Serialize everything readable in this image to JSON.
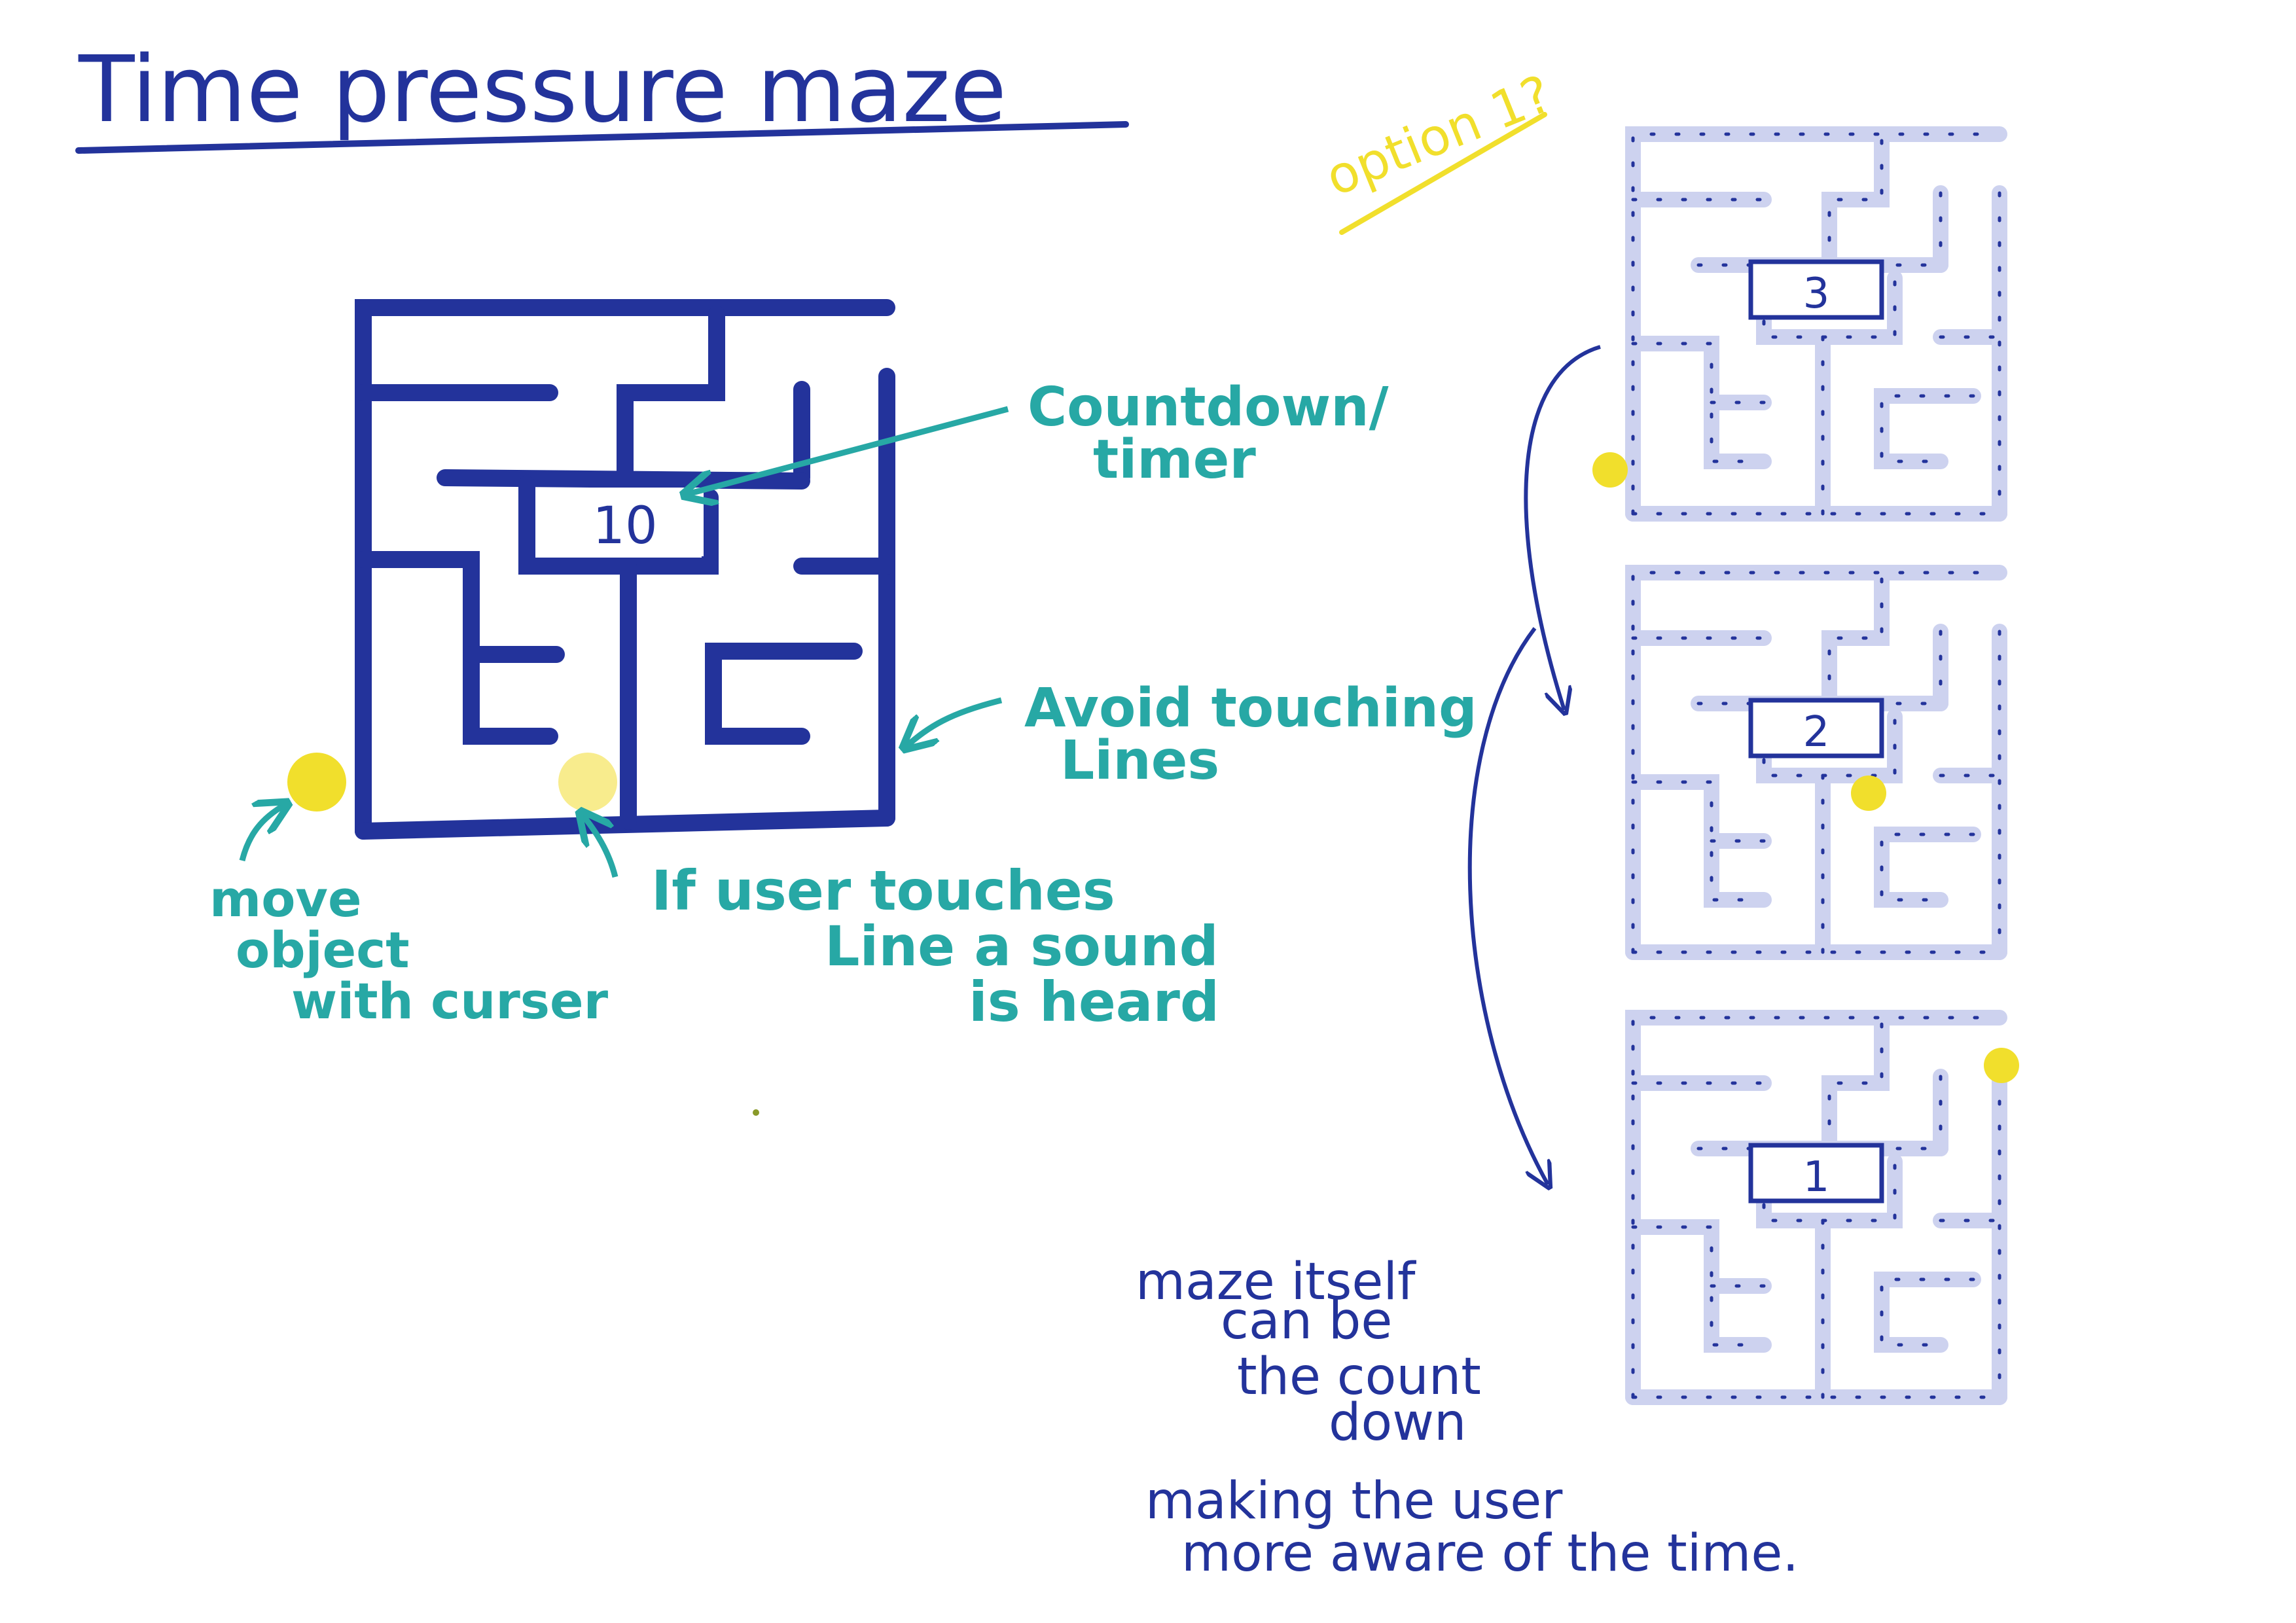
{
  "title": "Time pressure maze",
  "option_label": "option 1?",
  "main_maze": {
    "timer_value": "10"
  },
  "annotations": {
    "countdown_line1": "Countdown/",
    "countdown_line2": "timer",
    "avoid_line1": "Avoid touching",
    "avoid_line2": "Lines",
    "move_line1": "move",
    "move_line2": "object",
    "move_line3": "with curser",
    "sound_line1": "If user touches",
    "sound_line2": "Line a sound",
    "sound_line3": "is heard"
  },
  "countdown_mazes": [
    {
      "digit": "3"
    },
    {
      "digit": "2"
    },
    {
      "digit": "1"
    }
  ],
  "note": {
    "line1": "maze itself",
    "line2": "can be",
    "line3": "the count",
    "line4": "down",
    "line5": "making the user",
    "line6": "more aware of the time."
  },
  "colors": {
    "ink_blue": "#23339b",
    "teal": "#27a8a5",
    "yellow": "#f1df2c",
    "light_lavender": "#cdd2ef"
  }
}
